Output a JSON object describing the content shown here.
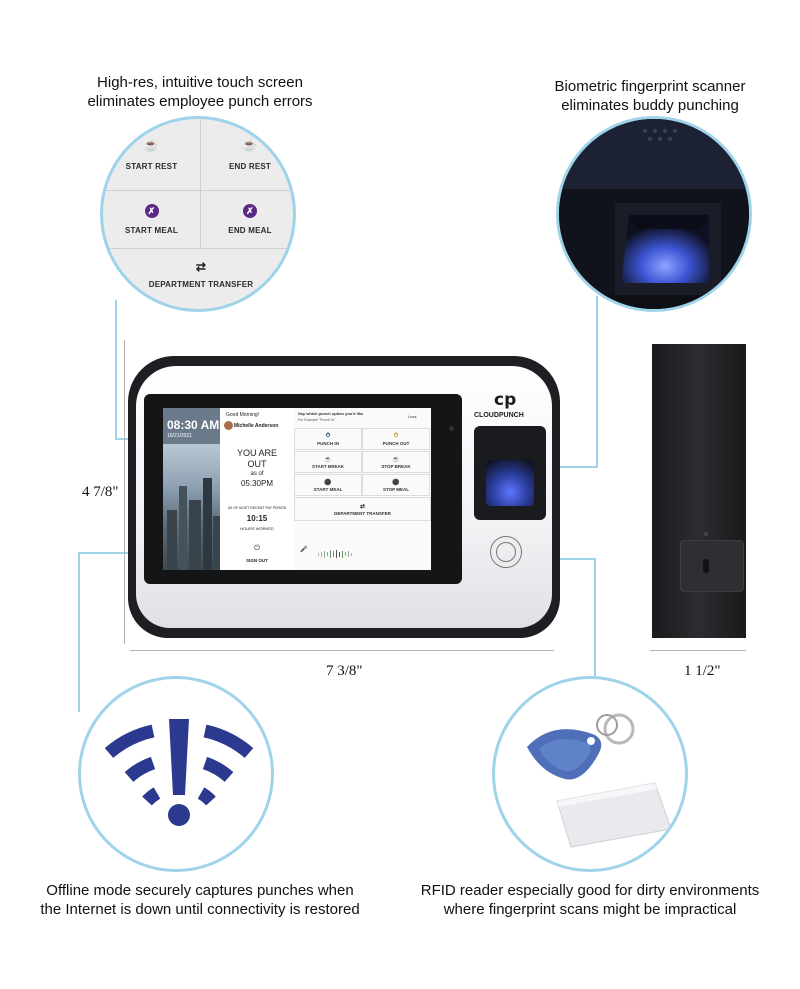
{
  "captions": {
    "touch": [
      "High-res, intuitive touch screen",
      "eliminates employee punch errors"
    ],
    "fingerprint": [
      "Biometric fingerprint scanner",
      "eliminates buddy punching"
    ],
    "offline": [
      "Offline mode securely captures punches when",
      "the Internet is down until connectivity is restored"
    ],
    "rfid": [
      "RFID reader especially good for dirty environments",
      "where fingerprint scans might be impractical"
    ]
  },
  "zoom_screen": {
    "start_rest": "START REST",
    "end_rest": "END REST",
    "start_meal": "START MEAL",
    "end_meal": "END MEAL",
    "department_transfer": "DEPARTMENT TRANSFER"
  },
  "device": {
    "brand": "CLOUDPUNCH",
    "logo": "cp",
    "screen": {
      "time": "08:30 AM",
      "date": "10/21/2021",
      "greeting": "Good Morning!",
      "user": "Michelle Anderson",
      "status_1": "YOU ARE",
      "status_2": "OUT",
      "as_of": "as of",
      "status_time": "05:30PM",
      "pay_period": "AS OF MOST RECENT PAY PERIOD",
      "hours": "10:15",
      "hours_label": "HOURS WORKED",
      "sign_out": "SIGN OUT",
      "prompt": "Say which punch option you'd like",
      "example": "For Example \"Punch In\"",
      "less": "Less",
      "punch_in": "PUNCH IN",
      "punch_out": "PUNCH OUT",
      "start_break": "START BREAK",
      "stop_break": "STOP BREAK",
      "start_meal": "START MEAL",
      "stop_meal": "STOP MEAL",
      "department_transfer": "DEPARTMENT TRANSFER"
    }
  },
  "dimensions": {
    "height": "4 7/8\"",
    "width": "7 3/8\"",
    "depth": "1 1/2\""
  },
  "colors": {
    "accent_circle": "#9fd3ea",
    "wifi_blue": "#2b3a8f",
    "meal_purple": "#5b2a86",
    "rest_blue": "#2f4f7a"
  },
  "icons": [
    "coffee-cup-icon",
    "fork-knife-icon",
    "shuffle-icon",
    "wifi-alert-icon",
    "fingerprint-icon",
    "rfid-touch-icon",
    "key-fob-icon",
    "rfid-card-icon"
  ]
}
